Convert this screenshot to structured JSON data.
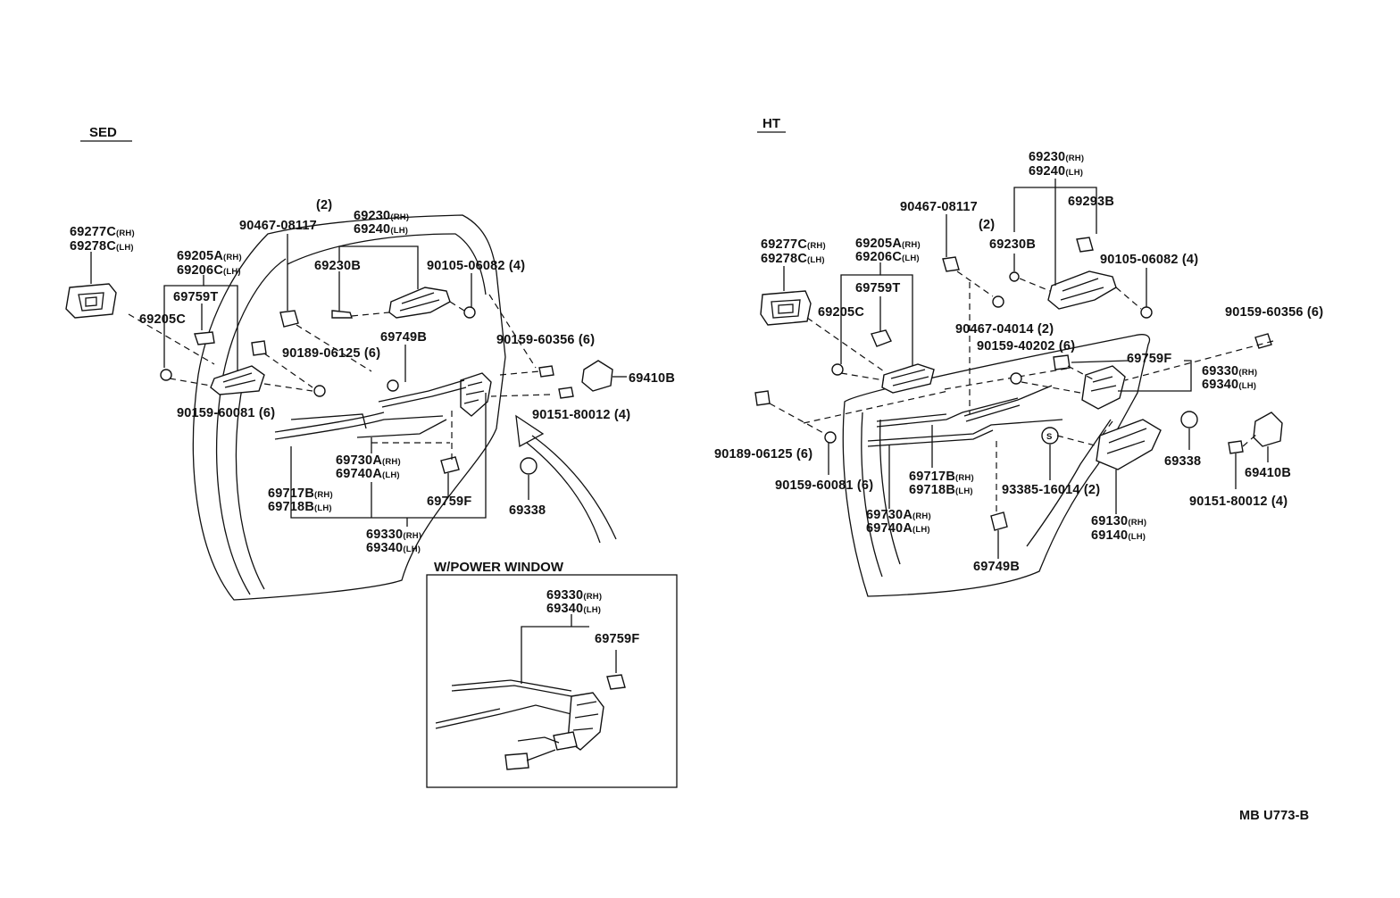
{
  "sections": {
    "sed_title": "SED",
    "ht_title": "HT",
    "power_window_title": "W/POWER WINDOW",
    "code": "MB U773-B"
  },
  "sed": {
    "p69277c": "69277C",
    "p69278c": "69278C",
    "p69205a": "69205A",
    "p69206c": "69206C",
    "p69759t": "69759T",
    "p69205c": "69205C",
    "p90159_60081": "90159-60081 (6)",
    "qty2": "(2)",
    "p90467_08117": "90467-08117",
    "p90189_06125": "90189-06125 (6)",
    "p69230": "69230",
    "p69240": "69240",
    "p69230b": "69230B",
    "p90105_06082": "90105-06082 (4)",
    "p69749b": "69749B",
    "p90159_60356": "90159-60356 (6)",
    "p69410b": "69410B",
    "p90151_80012": "90151-80012 (4)",
    "p69730a": "69730A",
    "p69740a": "69740A",
    "p69717b": "69717B",
    "p69718b": "69718B",
    "p69759f": "69759F",
    "p69330": "69330",
    "p69340": "69340",
    "p69338": "69338"
  },
  "pw": {
    "p69330": "69330",
    "p69340": "69340",
    "p69759f": "69759F"
  },
  "ht": {
    "p69230": "69230",
    "p69240": "69240",
    "p69293b": "69293B",
    "p90467_08117": "90467-08117",
    "qty2": "(2)",
    "p69230b": "69230B",
    "p90105_06082": "90105-06082 (4)",
    "p69277c": "69277C",
    "p69278c": "69278C",
    "p69205a": "69205A",
    "p69206c": "69206C",
    "p69759t": "69759T",
    "p69205c": "69205C",
    "p90467_04014": "90467-04014 (2)",
    "p90159_40202": "90159-40202 (6)",
    "p90159_60356": "90159-60356 (6)",
    "p69759f": "69759F",
    "p69330": "69330",
    "p69340": "69340",
    "p90189_06125": "90189-06125 (6)",
    "p90159_60081": "90159-60081 (6)",
    "p69717b": "69717B",
    "p69718b": "69718B",
    "p93385_16014": "93385-16014 (2)",
    "p69338": "69338",
    "p69410b": "69410B",
    "p69730a": "69730A",
    "p69740a": "69740A",
    "p69130": "69130",
    "p69140": "69140",
    "p90151_80012": "90151-80012 (4)",
    "p69749b": "69749B"
  },
  "suffix": {
    "rh": "(RH)",
    "lh": "(LH)",
    "rhi": "(RH)"
  }
}
